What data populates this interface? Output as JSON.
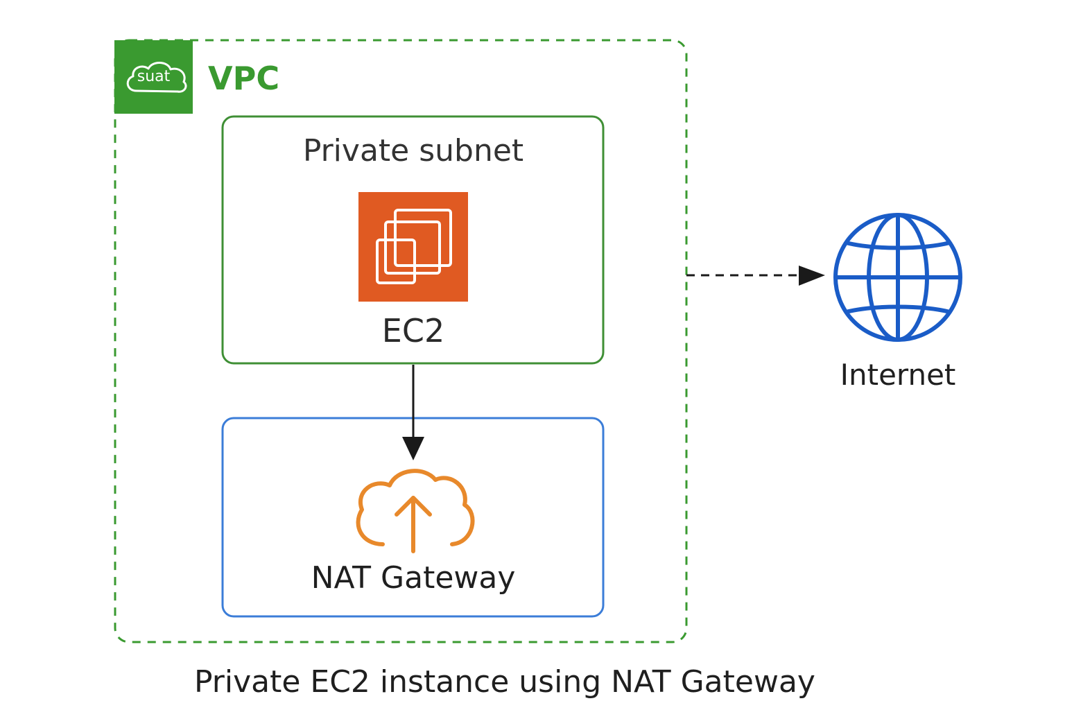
{
  "vpc": {
    "badge_text": "suat",
    "title": "VPC"
  },
  "subnet": {
    "title": "Private subnet"
  },
  "ec2": {
    "label": "EC2",
    "icon": "ec2-instance-icon"
  },
  "nat": {
    "label": "NAT Gateway",
    "icon": "cloud-upload-icon"
  },
  "internet": {
    "label": "Internet",
    "icon": "globe-icon"
  },
  "caption": "Private EC2 instance using NAT Gateway",
  "colors": {
    "vpc_green": "#3a9a30",
    "subnet_border": "#3f8f35",
    "nat_border": "#3b7dd8",
    "ec2_orange": "#e05a22",
    "nat_orange": "#e8892b",
    "globe_blue": "#1a5cc7"
  }
}
